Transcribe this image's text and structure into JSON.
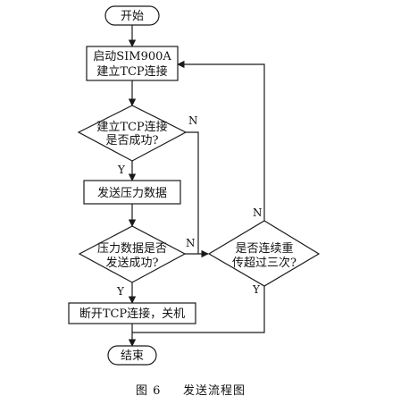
{
  "nodes": {
    "start": {
      "text": "开始"
    },
    "init": {
      "lines": [
        "启动SIM900A",
        "建立TCP连接"
      ]
    },
    "check_tcp": {
      "lines": [
        "建立TCP连接",
        "是否成功?"
      ]
    },
    "send": {
      "text": "发送压力数据"
    },
    "check_send": {
      "lines": [
        "压力数据是否",
        "发送成功?"
      ]
    },
    "retry": {
      "lines": [
        "是否连续重",
        "传超过三次?"
      ]
    },
    "shutdown": {
      "text": "断开TCP连接，关机"
    },
    "end": {
      "text": "结束"
    }
  },
  "edge_labels": {
    "tcp_yes": "Y",
    "tcp_no": "N",
    "send_yes": "Y",
    "send_no": "N",
    "retry_no": "N",
    "retry_yes": "Y"
  },
  "caption": {
    "figure": "图 6",
    "title": "发送流程图"
  },
  "colors": {
    "stroke": "#1a1a1a",
    "text": "#111111",
    "background": "#ffffff"
  }
}
